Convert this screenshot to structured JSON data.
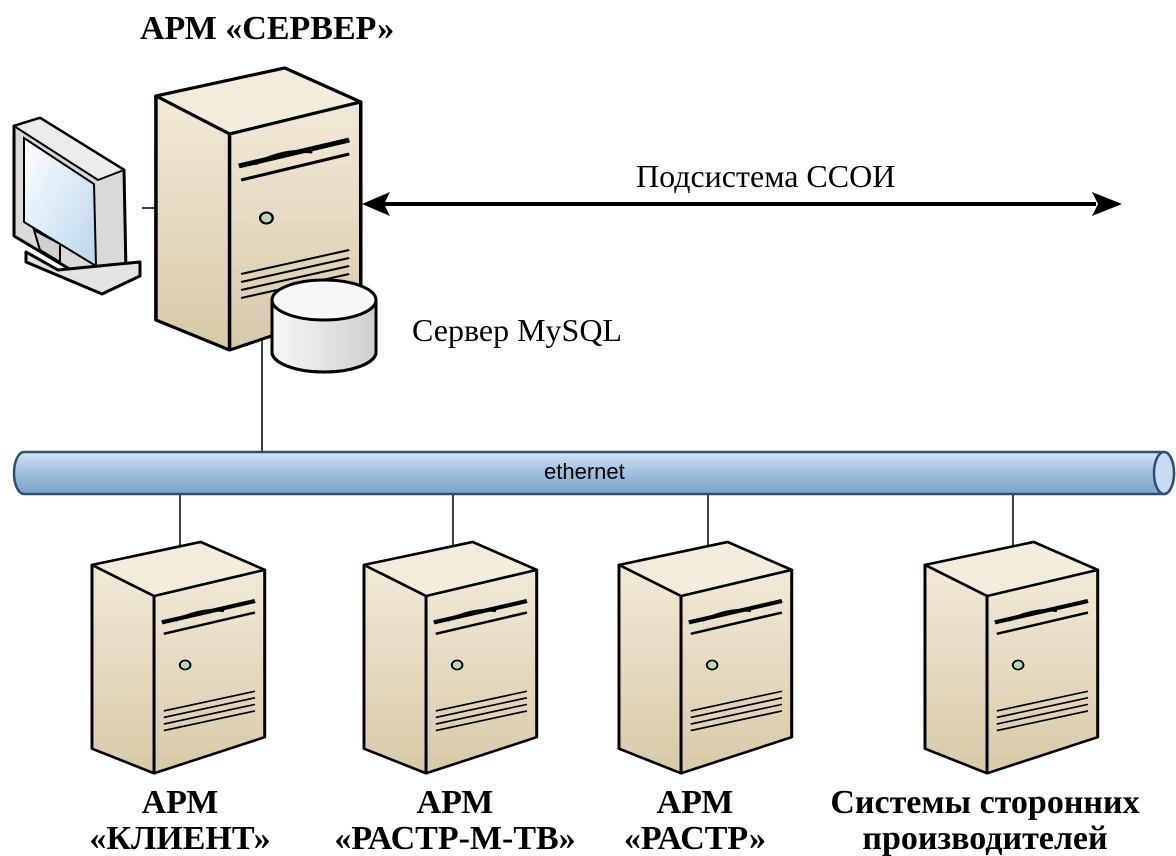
{
  "server": {
    "title": "АРМ «СЕРВЕР»",
    "workstation_icon": "monitor-icon",
    "tower_icon": "server-tower-icon"
  },
  "database": {
    "label": "Сервер MySQL",
    "icon": "database-cylinder-icon"
  },
  "link": {
    "label": "Подсистема ССОИ",
    "icon": "double-arrow-icon"
  },
  "network": {
    "label": "ethernet",
    "icon": "network-bus-icon"
  },
  "nodes": [
    {
      "line1": "АРМ",
      "line2": "«КЛИЕНТ»",
      "icon": "server-tower-icon"
    },
    {
      "line1": "АРМ",
      "line2": "«РАСТР-М-ТВ»",
      "icon": "server-tower-icon"
    },
    {
      "line1": "АРМ",
      "line2": "«РАСТР»",
      "icon": "server-tower-icon"
    },
    {
      "line1": "Системы сторонних",
      "line2": "производителей",
      "icon": "server-tower-icon"
    }
  ],
  "colors": {
    "tower_front": "#e7dcc7",
    "tower_side": "#bfae8c",
    "tower_top": "#f3ecdc",
    "bus_fill": "#9fbfdd",
    "bus_stroke": "#2d4f73",
    "disk_fill": "#e9e9e9",
    "led": "#b9d7b6"
  }
}
